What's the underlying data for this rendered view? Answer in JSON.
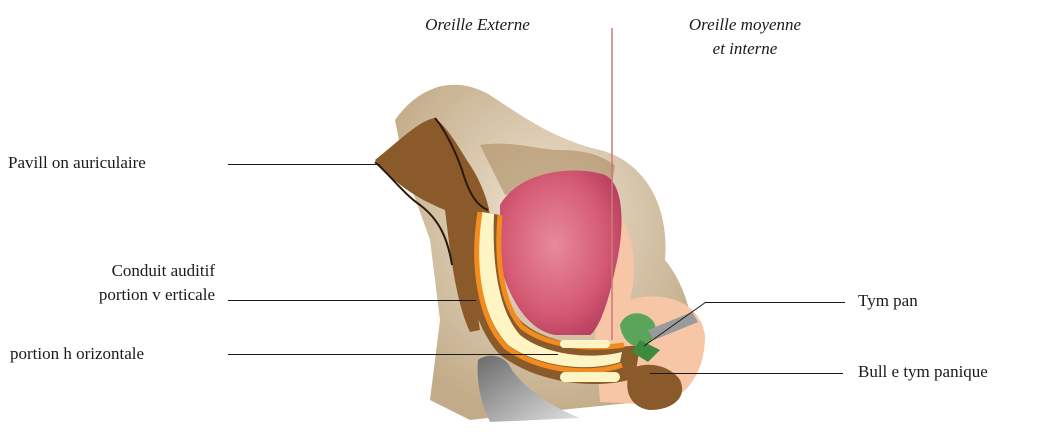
{
  "headers": {
    "external": "Oreille Externe",
    "middle_line1": "Oreille moyenne",
    "middle_line2": "et interne"
  },
  "labels": {
    "pinna": "Pavill on auriculaire",
    "canal_line1": "Conduit auditif",
    "canal_line2": "portion v erticale",
    "horizontal": "portion h orizontale",
    "tympan": "Tym pan",
    "bulla": "Bull e tym panique"
  },
  "colors": {
    "bone": "#c9b494",
    "bone_light": "#e8dcc8",
    "skin_brown": "#8a5a2b",
    "canal_orange": "#f28c1e",
    "canal_cream": "#fff4c4",
    "muscle_pink": "#d45a73",
    "inner_peach": "#f7c6a6",
    "ossicle_green": "#5aa55a",
    "divider_red": "#c97a7a"
  }
}
